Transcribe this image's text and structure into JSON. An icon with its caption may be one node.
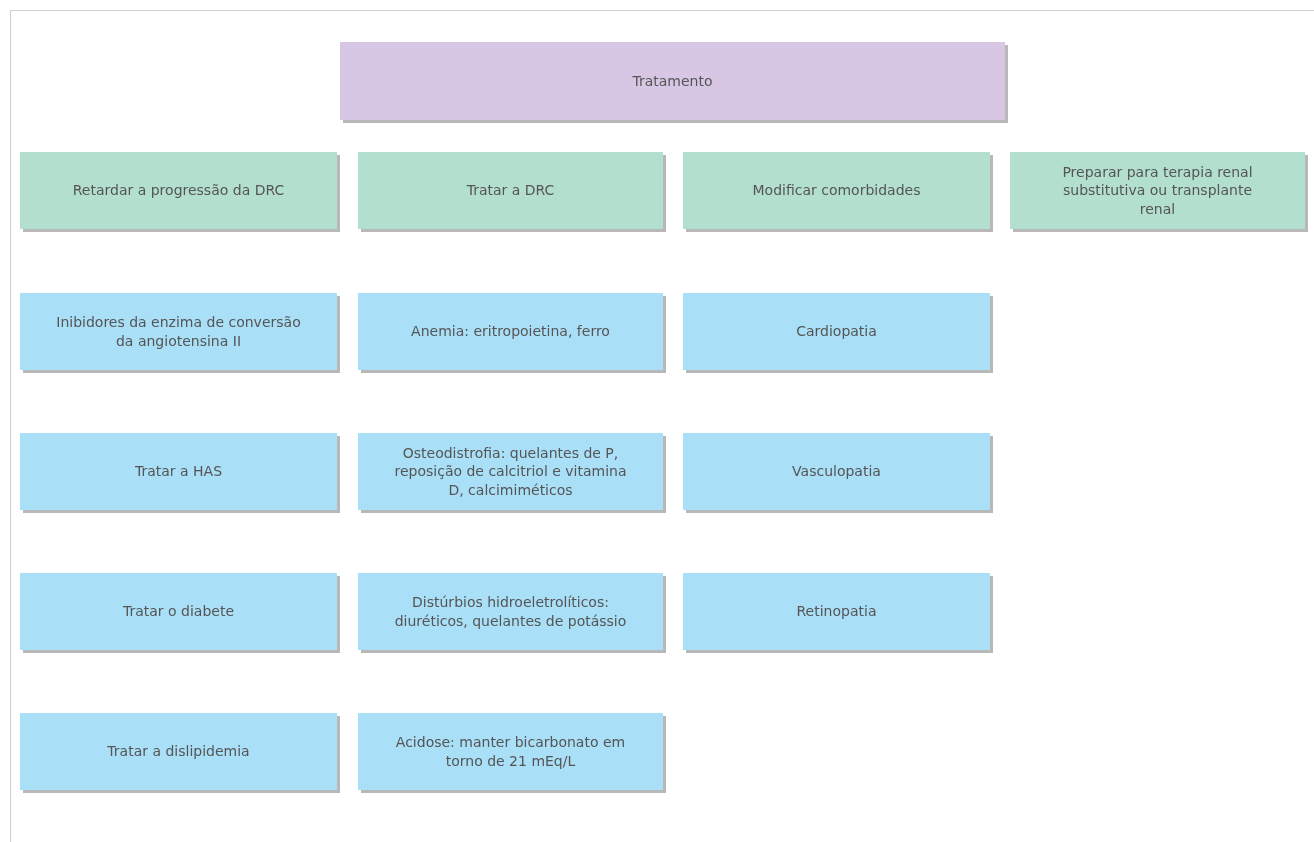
{
  "diagram": {
    "nodes": [
      {
        "text": [
          "Tratamento"
        ]
      },
      {
        "text": [
          "Retardar a progressão da DRC"
        ]
      },
      {
        "text": [
          "Tratar a DRC"
        ]
      },
      {
        "text": [
          "Modificar comorbidades"
        ]
      },
      {
        "text": [
          "Preparar para terapia renal substitutiva ou transplante renal"
        ]
      },
      {
        "text": [
          "Inibidores da enzima de conversão da angiotensina II"
        ]
      },
      {
        "text": [
          "Anemia: eritropoietina, ferro"
        ]
      },
      {
        "text": [
          "Cardiopatia"
        ]
      },
      {
        "text": [
          "Tratar a HAS"
        ]
      },
      {
        "text": [
          "Osteodistrofia: quelantes de P, reposição de calcitriol e vitamina D, calcimiméticos"
        ]
      },
      {
        "text": [
          "Vasculopatia"
        ]
      },
      {
        "text": [
          "Tratar o diabete"
        ]
      },
      {
        "text": [
          "Distúrbios hidroeletrolíticos: diuréticos, quelantes de potássio"
        ]
      },
      {
        "text": [
          "Retinopatia"
        ]
      },
      {
        "text": [
          "Tratar a dislipidemia"
        ]
      },
      {
        "text": [
          "Acidose: manter bicarbonato em torno de 21 mEq/L"
        ]
      }
    ]
  }
}
